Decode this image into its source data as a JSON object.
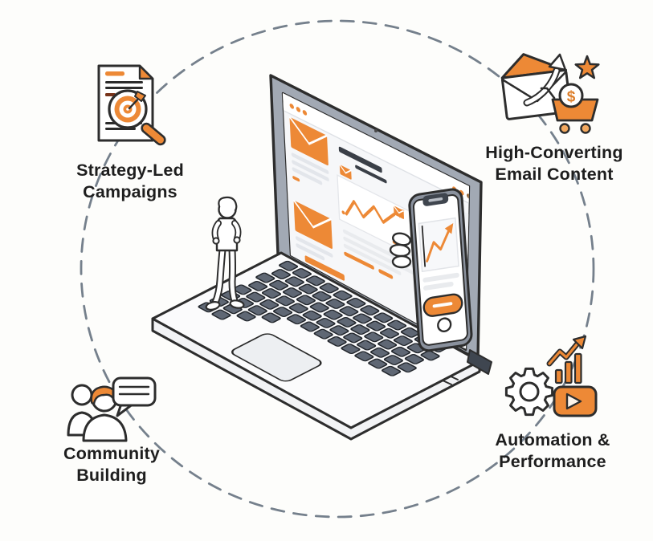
{
  "diagram": {
    "background_color": "#FDFDFB",
    "accent_color": "#ED8936",
    "outline_color": "#2D2D2D",
    "dashed_circle_color": "#75808C",
    "label_color": "#1E1E1E",
    "center_illustration": {
      "description": "Isometric laptop with email marketing dashboard, person standing on keyboard, hand holding smartphone with rising chart",
      "screen_elements": [
        "email cards",
        "analytics chart with rising arrow",
        "text lines",
        "orange footer bar"
      ],
      "phone_elements": [
        "rising chart",
        "orange button",
        "home button"
      ]
    },
    "nodes": [
      {
        "id": "strategy-led-campaigns",
        "position": "top-left",
        "icon": "document-target-magnifier-icon",
        "label_line1": "Strategy-Led",
        "label_line2": "Campaigns"
      },
      {
        "id": "high-converting-email-content",
        "position": "top-right",
        "icon": "envelope-arrow-star-cart-icon",
        "badge": "$",
        "label_line1": "High-Converting",
        "label_line2": "Email Content"
      },
      {
        "id": "community-building",
        "position": "bottom-left",
        "icon": "people-speech-bubble-icon",
        "label_line1": "Community",
        "label_line2": "Building"
      },
      {
        "id": "automation-performance",
        "position": "bottom-right",
        "icon": "gear-bar-chart-play-icon",
        "label_line1": "Automation &",
        "label_line2": "Performance"
      }
    ]
  }
}
